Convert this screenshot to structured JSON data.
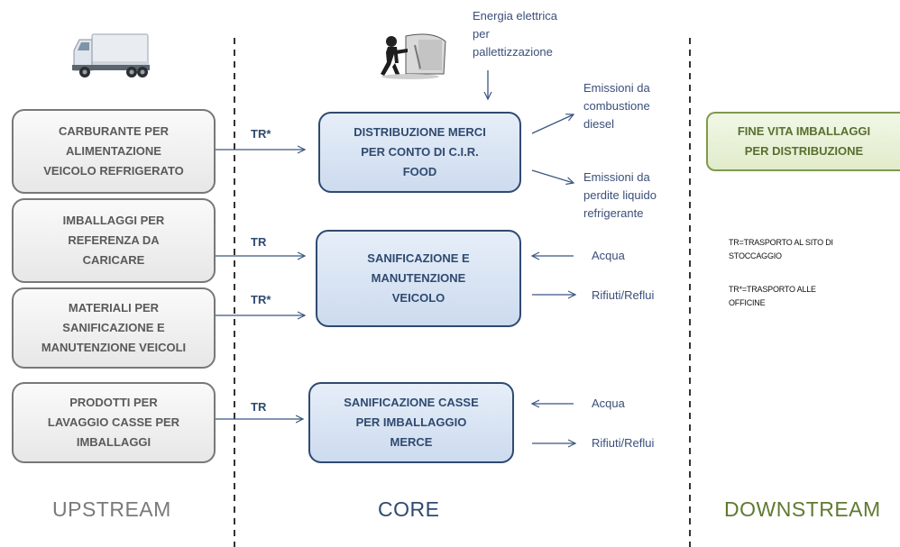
{
  "upstream_boxes": [
    "CARBURANTE PER\nALIMENTAZIONE\nVEICOLO REFRIGERATO",
    "IMBALLAGGI PER\nREFERENZA DA\nCARICARE",
    "MATERIALI PER\nSANIFICAZIONE E\nMANUTENZIONE VEICOLI",
    "PRODOTTI PER\nLAVAGGIO CASSE PER\nIMBALLAGGI"
  ],
  "core_boxes": [
    "DISTRIBUZIONE MERCI\nPER CONTO DI C.I.R.\nFOOD",
    "SANIFICAZIONE E\nMANUTENZIONE\nVEICOLO",
    "SANIFICAZIONE CASSE\nPER IMBALLAGGIO\nMERCE"
  ],
  "downstream_box": "FINE VITA IMBALLAGGI\nPER DISTRIBUZIONE",
  "transport_labels": [
    "TR*",
    "TR",
    "TR*",
    "TR"
  ],
  "energy_label": "Energia elettrica\nper\npallettizzazione",
  "outputs": {
    "emission_diesel": "Emissioni da\ncombustione\ndiesel",
    "emission_refrigerant": "Emissioni da\nperdite liquido\nrefrigerante",
    "water_1": "Acqua",
    "waste_1": "Rifiuti/Reflui",
    "water_2": "Acqua",
    "waste_2": "Rifiuti/Reflui"
  },
  "notes": {
    "tr": "TR=TRASPORTO AL SITO DI\nSTOCCAGGIO",
    "tr_star": "TR*=TRASPORTO ALLE\nOFFICINE"
  },
  "column_titles": {
    "upstream": "UPSTREAM",
    "core": "CORE",
    "downstream": "DOWNSTREAM"
  },
  "colors": {
    "upstream_title": "#7a7a7a",
    "core_title": "#2f4a70",
    "downstream_title": "#5f7a31",
    "arrow": "#3a5580"
  },
  "icons": [
    "truck-icon",
    "worker-loading-icon"
  ]
}
